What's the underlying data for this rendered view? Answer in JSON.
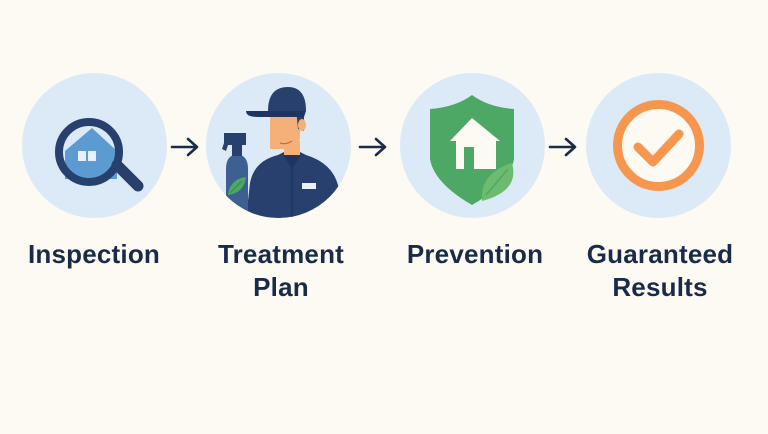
{
  "diagram": {
    "type": "process-flow",
    "background_color": "#fdf9f3",
    "circle_color": "#dceaf7",
    "text_color": "#1a2b4a",
    "arrow_icon": "right-arrow-icon",
    "steps": [
      {
        "label_lines": [
          "Inspection"
        ],
        "icon": "magnifier-house-icon",
        "accent": "#5b9bd1"
      },
      {
        "label_lines": [
          "Treatment",
          "Plan"
        ],
        "icon": "technician-spray-icon",
        "accent": "#27406e"
      },
      {
        "label_lines": [
          "Prevention"
        ],
        "icon": "shield-house-leaf-icon",
        "accent": "#4ea865"
      },
      {
        "label_lines": [
          "Guaranteed",
          "Results"
        ],
        "icon": "check-circle-icon",
        "accent": "#f7964f"
      }
    ]
  }
}
